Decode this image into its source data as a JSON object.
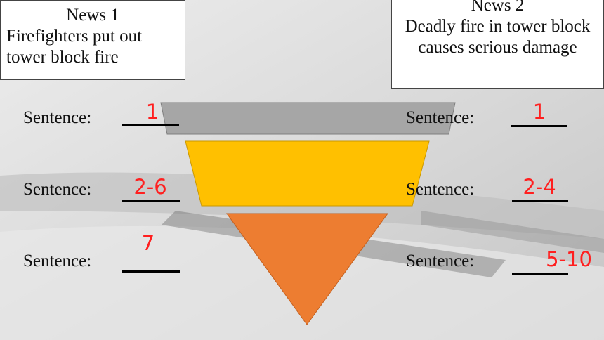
{
  "news1": {
    "title": "News 1",
    "headline": "Firefighters put out tower block fire"
  },
  "news2": {
    "title": "News 2",
    "headline": "Deadly fire in tower block causes serious damage"
  },
  "label": "Sentence:",
  "left_answers": [
    "1",
    "2-6",
    "7"
  ],
  "right_answers": [
    "1",
    "2-4",
    "5-10"
  ],
  "colors": {
    "top": "#a6a6a6",
    "middle": "#ffc000",
    "bottom": "#ed7d31",
    "answer": "#ff1f1f"
  }
}
